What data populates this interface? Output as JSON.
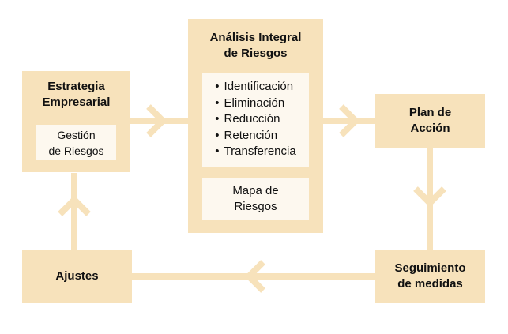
{
  "boxes": {
    "estrategia": {
      "title_line1": "Estrategia",
      "title_line2": "Empresarial",
      "inner_line1": "Gestión",
      "inner_line2": "de Riesgos"
    },
    "analisis": {
      "title_line1": "Análisis Integral",
      "title_line2": "de Riesgos",
      "items": [
        "Identificación",
        "Eliminación",
        "Reducción",
        "Retención",
        "Transferencia"
      ],
      "inner_line1": "Mapa de",
      "inner_line2": "Riesgos"
    },
    "plan": {
      "title_line1": "Plan de",
      "title_line2": "Acción"
    },
    "seguimiento": {
      "title_line1": "Seguimiento",
      "title_line2": "de medidas"
    },
    "ajustes": {
      "title": "Ajustes"
    }
  },
  "colors": {
    "box_fill": "#f7e2bb",
    "inner_fill": "#fdf8ef",
    "connector": "#f7e2bb",
    "text": "#111111"
  }
}
